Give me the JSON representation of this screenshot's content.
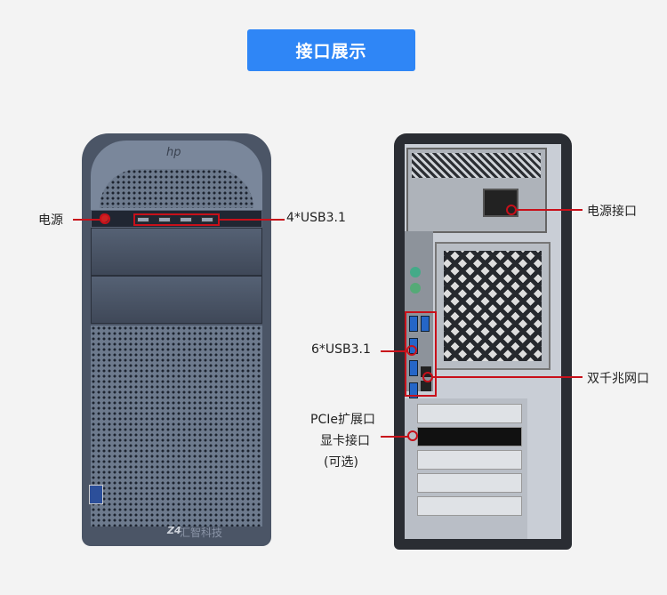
{
  "header": {
    "title": "接口展示"
  },
  "front_tower": {
    "brand_logo": "hp",
    "model_logo": "Z4",
    "watermark": "汇智科技"
  },
  "annotations": {
    "power": "电源",
    "front_usb": "4*USB3.1",
    "power_port": "电源接口",
    "rear_usb": "6*USB3.1",
    "lan": "双千兆网口",
    "pcie_line1": "PCIe扩展口",
    "pcie_line2": "显卡接口",
    "pcie_line3": "(可选)"
  },
  "colors": {
    "accent": "#2f86f6",
    "annotation": "#c8101a"
  }
}
